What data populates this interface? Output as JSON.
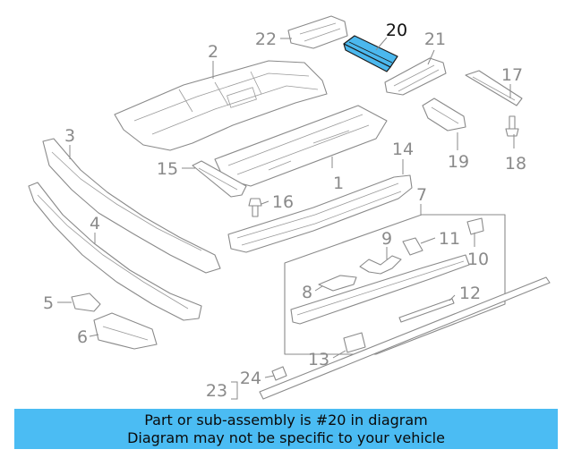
{
  "callouts": {
    "c1": "1",
    "c2": "2",
    "c3": "3",
    "c4": "4",
    "c5": "5",
    "c6": "6",
    "c7": "7",
    "c8": "8",
    "c9": "9",
    "c10": "10",
    "c11": "11",
    "c12": "12",
    "c13": "13",
    "c14": "14",
    "c15": "15",
    "c16": "16",
    "c17": "17",
    "c18": "18",
    "c19": "19",
    "c20": "20",
    "c21": "21",
    "c22": "22",
    "c23": "23",
    "c24": "24"
  },
  "highlight": {
    "part_number": "20",
    "color": "#4bb8ee"
  },
  "banner": {
    "line1": "Part or sub-assembly is #20 in diagram",
    "line2": "Diagram may not be specific to your vehicle",
    "color": "#4bbcf3"
  }
}
